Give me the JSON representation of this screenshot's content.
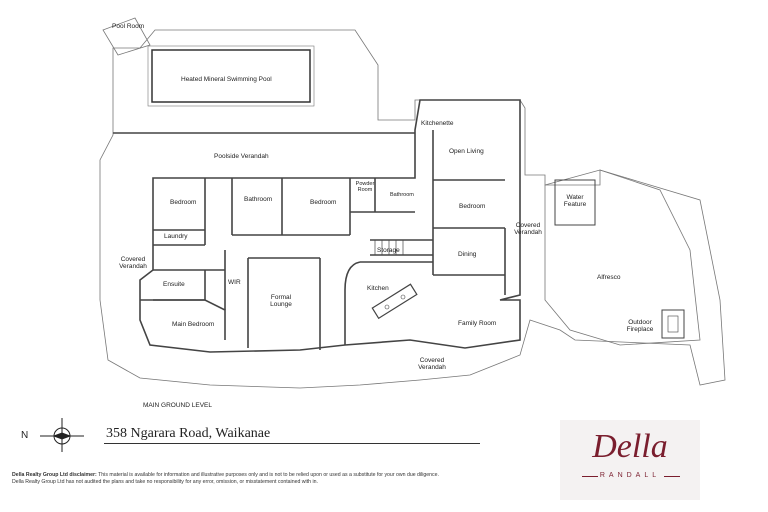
{
  "rooms": {
    "pool_room": "Pool Room",
    "pool": "Heated Mineral Swimming Pool",
    "kitchenette": "Kitchenette",
    "open_living": "Open Living",
    "poolside_verandah": "Poolside Verandah",
    "bedroom_1": "Bedroom",
    "bathroom_1": "Bathroom",
    "bedroom_2": "Bedroom",
    "powder_room": "Powder Room",
    "bathroom_2": "Bathroom",
    "bedroom_3": "Bedroom",
    "water_feature": "Water Feature",
    "laundry": "Laundry",
    "covered_verandah_west": "Covered Verandah",
    "storage": "Storage",
    "covered_verandah_east": "Covered Verandah",
    "dining": "Dining",
    "alfresco": "Alfresco",
    "ensuite": "Ensuite",
    "wir": "WIR",
    "formal_lounge": "Formal Lounge",
    "kitchen": "Kitchen",
    "main_bedroom": "Main Bedroom",
    "family_room": "Family Room",
    "outdoor_fireplace": "Outdoor Fireplace",
    "covered_verandah_south": "Covered Verandah"
  },
  "level_caption": "MAIN GROUND LEVEL",
  "north_letter": "N",
  "address": "358 Ngarara Road, Waikanae",
  "disclaimer": {
    "heading": "Della Realty Group Ltd disclaimer:",
    "line1": "This material is available for information and illustrative purposes only and is not to be relied upon or used as a substitute for your own due diligence.",
    "line2": "Della Realty Group Ltd has not audited the plans and take no responsibility for any error, omission, or misstatement contained with in."
  },
  "logo": {
    "word": "Della",
    "sub": "RANDALL",
    "color": "#7a1e2e"
  },
  "colors": {
    "walls": "#444444",
    "outline": "#777777"
  }
}
